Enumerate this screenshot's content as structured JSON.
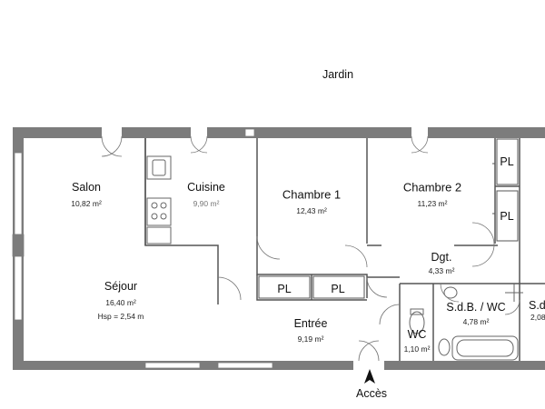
{
  "plan": {
    "garden_label": "Jardin",
    "access_label": "Accès",
    "wall_color": "#7c7c7c",
    "line_color": "#555555",
    "rooms": {
      "salon": {
        "name": "Salon",
        "area": "10,82 m²"
      },
      "cuisine": {
        "name": "Cuisine",
        "area": "9,90 m²"
      },
      "chambre1": {
        "name": "Chambre 1",
        "area": "12,43 m²"
      },
      "chambre2": {
        "name": "Chambre 2",
        "area": "11,23 m²"
      },
      "dgt": {
        "name": "Dgt.",
        "area": "4,33 m²"
      },
      "sejour": {
        "name": "Séjour",
        "area": "16,40 m²",
        "height": "Hsp = 2,54 m"
      },
      "entree": {
        "name": "Entrée",
        "area": "9,19 m²"
      },
      "sdb_wc": {
        "name": "S.d.B. / WC",
        "area": "4,78 m²"
      },
      "wc": {
        "name": "WC",
        "area": "1,10 m²"
      },
      "sde": {
        "name": "S.d",
        "area": "2,08"
      }
    },
    "closets": {
      "pl_right_top": "PL",
      "pl_right_bottom": "PL",
      "pl_ch1_left": "PL",
      "pl_ch1_right": "PL"
    }
  }
}
